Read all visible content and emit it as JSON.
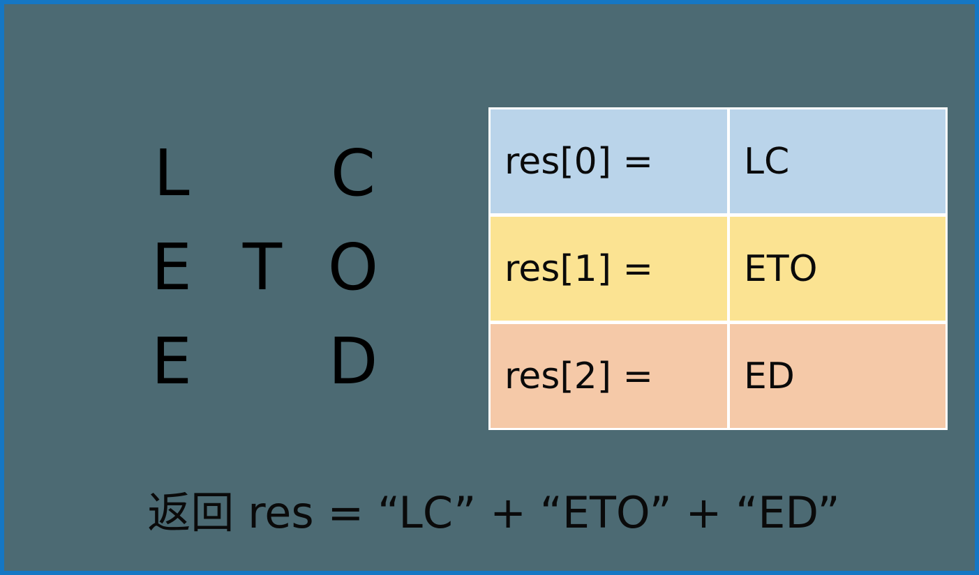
{
  "slide": {
    "background_color": "#4c6a73",
    "border_color": "#1577c4"
  },
  "letter_grid": {
    "name": "zigzag-letter-grid",
    "rows": [
      [
        "L",
        "",
        "C"
      ],
      [
        "E",
        "T",
        "O"
      ],
      [
        "E",
        "",
        "D"
      ]
    ]
  },
  "results_table": {
    "colors": {
      "row_0": "#bad4ea",
      "row_1": "#fbe392",
      "row_2": "#f5c9a8",
      "grid_line": "#ffffff"
    },
    "rows": [
      {
        "label": "res[0] =",
        "value": "LC"
      },
      {
        "label": "res[1] =",
        "value": "ETO"
      },
      {
        "label": "res[2] =",
        "value": "ED"
      }
    ]
  },
  "caption": {
    "text": "返回 res = “LC” + “ETO” + “ED”"
  }
}
